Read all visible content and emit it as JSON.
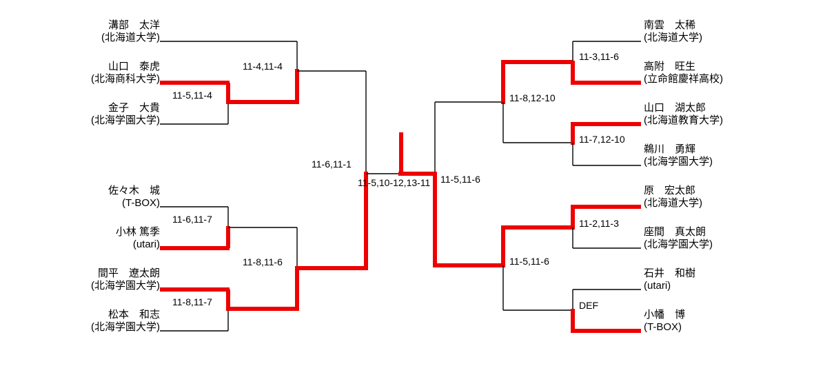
{
  "bracket": {
    "title": "",
    "colors": {
      "line": "#000000",
      "winner_line": "#ee0000",
      "text": "#000000",
      "background": "#ffffff"
    },
    "left_players": [
      {
        "name": "溝部　太洋",
        "club": "(北海道大学)"
      },
      {
        "name": "山口　泰虎",
        "club": "(北海商科大学)"
      },
      {
        "name": "金子　大貴",
        "club": "(北海学園大学)"
      },
      {
        "name": "佐々木　城",
        "club": "(T-BOX)"
      },
      {
        "name": "小林 篤季",
        "club": "(utari)"
      },
      {
        "name": "間平　遼太朗",
        "club": "(北海学園大学)"
      },
      {
        "name": "松本　和志",
        "club": "(北海学園大学)"
      }
    ],
    "right_players": [
      {
        "name": "南雲　太稀",
        "club": "(北海道大学)"
      },
      {
        "name": "高附　旺生",
        "club": "(立命館慶祥高校)"
      },
      {
        "name": "山口　湖太郎",
        "club": "(北海道教育大学)"
      },
      {
        "name": "鵜川　勇輝",
        "club": "(北海学園大学)"
      },
      {
        "name": "原　宏太郎",
        "club": "(北海道大学)"
      },
      {
        "name": "座間　真太朗",
        "club": "(北海学園大学)"
      },
      {
        "name": "石井　和樹",
        "club": "(utari)"
      },
      {
        "name": "小幡　博",
        "club": "(T-BOX)"
      }
    ],
    "scores": {
      "left_r1_top": "11-5,11-4",
      "left_r2_top": "11-4,11-4",
      "left_r1_bottom_upper": "11-6,11-7",
      "left_r1_bottom_lower": "11-8,11-7",
      "left_r2_bottom": "11-8,11-6",
      "left_semifinal": "11-6,11-1",
      "final": "11-5,10-12,13-11",
      "right_semifinal": "11-5,11-6",
      "right_r2_top": "11-8,12-10",
      "right_r1_top_upper": "11-3,11-6",
      "right_r1_top_lower": "11-7,12-10",
      "right_r2_bottom": "11-5,11-6",
      "right_r1_bottom_upper": "11-2,11-3",
      "right_r1_bottom_lower": "DEF"
    }
  }
}
